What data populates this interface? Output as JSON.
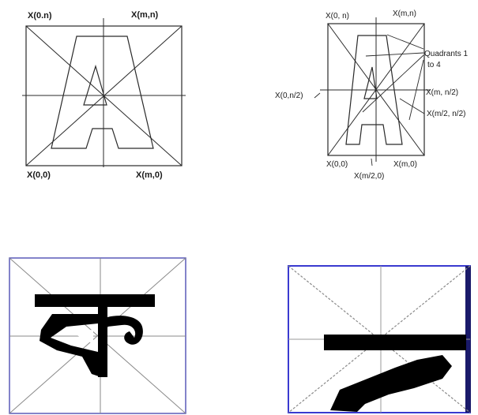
{
  "diagram_square": {
    "labels": {
      "top_left": "X(0.n)",
      "top_right": "X(m,n)",
      "bottom_left": "X(0,0)",
      "bottom_right": "X(m,0)"
    }
  },
  "diagram_rect": {
    "labels": {
      "top_left": "X(0, n)",
      "top_right": "X(m,n)",
      "quadrants_line1": "Quadrants 1",
      "quadrants_line2": "to 4",
      "mid_left": "X(0,n/2)",
      "mid_right": "X(m, n/2)",
      "mid_center": "X(m/2, n/2)",
      "bottom_left": "X(0,0)",
      "bottom_right": "X(m,0)",
      "bottom_center": "X(m/2,0)"
    }
  },
  "colors": {
    "line": "#2a2a2a",
    "glyph": "#000000",
    "frame_blue": "#4a4ad8",
    "grid_gray": "#9a9a9a"
  }
}
